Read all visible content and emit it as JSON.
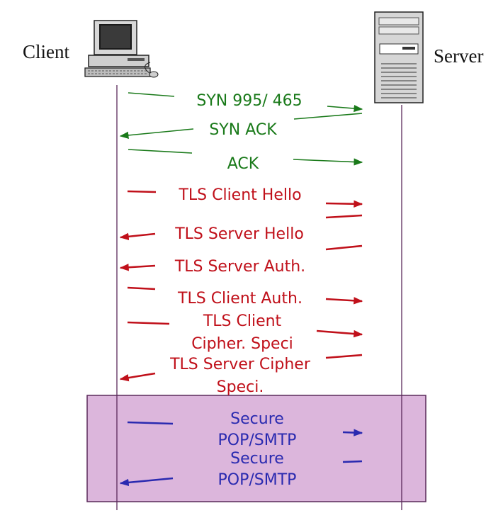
{
  "entities": {
    "client": {
      "label": "Client",
      "icon": "desktop-computer-icon"
    },
    "server": {
      "label": "Server",
      "icon": "tower-server-icon"
    }
  },
  "colors": {
    "tcp": "#1a7a1a",
    "tls": "#c0101a",
    "app": "#2a2ab0",
    "lifeline": "#5a2a5a",
    "secure_region_fill": "#dcb6dc",
    "secure_region_border": "#5a2a5a"
  },
  "messages": [
    {
      "id": "syn",
      "direction": "client-to-server",
      "phase": "tcp",
      "lines": [
        "SYN 995/ 465"
      ]
    },
    {
      "id": "syn-ack",
      "direction": "server-to-client",
      "phase": "tcp",
      "lines": [
        "SYN ACK"
      ]
    },
    {
      "id": "ack",
      "direction": "client-to-server",
      "phase": "tcp",
      "lines": [
        "ACK"
      ]
    },
    {
      "id": "tls-client-hello",
      "direction": "client-to-server",
      "phase": "tls",
      "lines": [
        "TLS Client Hello"
      ]
    },
    {
      "id": "tls-server-hello",
      "direction": "server-to-client",
      "phase": "tls",
      "lines": [
        "TLS Server Hello"
      ]
    },
    {
      "id": "tls-server-auth",
      "direction": "server-to-client",
      "phase": "tls",
      "lines": [
        "TLS Server Auth."
      ]
    },
    {
      "id": "tls-client-auth",
      "direction": "client-to-server",
      "phase": "tls",
      "lines": [
        "TLS Client Auth."
      ]
    },
    {
      "id": "tls-client-cipher",
      "direction": "client-to-server",
      "phase": "tls",
      "lines": [
        "TLS Client",
        "Cipher. Speci"
      ]
    },
    {
      "id": "tls-server-cipher",
      "direction": "server-to-client",
      "phase": "tls",
      "lines": [
        "TLS Server Cipher",
        "Speci."
      ]
    },
    {
      "id": "secure-c2s",
      "direction": "client-to-server",
      "phase": "app",
      "lines": [
        "Secure",
        "POP/SMTP"
      ]
    },
    {
      "id": "secure-s2c",
      "direction": "server-to-client",
      "phase": "app",
      "lines": [
        "Secure",
        "POP/SMTP"
      ]
    }
  ]
}
